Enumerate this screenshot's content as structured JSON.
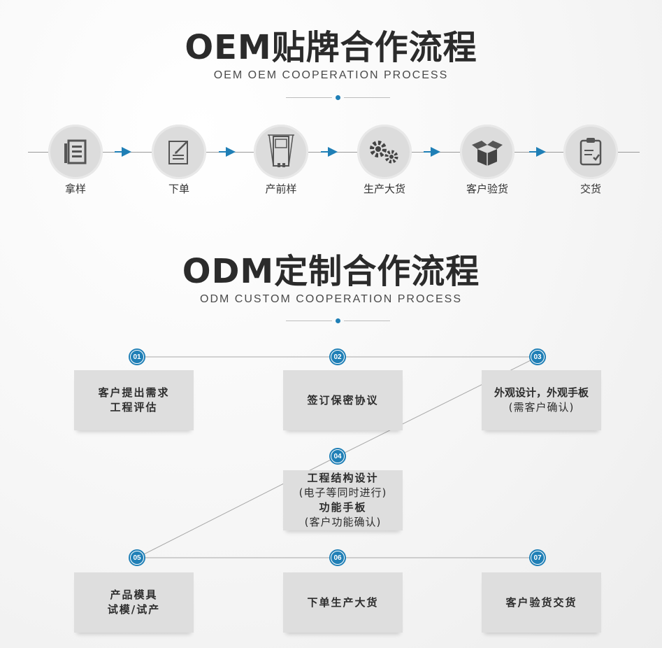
{
  "oem": {
    "title": "OEM贴牌合作流程",
    "subtitle": "OEM OEM COOPERATION PROCESS",
    "steps": [
      {
        "label": "拿样",
        "icon": "document-list-icon"
      },
      {
        "label": "下单",
        "icon": "order-form-icon"
      },
      {
        "label": "产前样",
        "icon": "sample-machine-icon"
      },
      {
        "label": "生产大货",
        "icon": "gears-icon"
      },
      {
        "label": "客户验货",
        "icon": "open-box-icon"
      },
      {
        "label": "交货",
        "icon": "clipboard-check-icon"
      }
    ]
  },
  "odm": {
    "title": "ODM定制合作流程",
    "subtitle": "ODM CUSTOM COOPERATION PROCESS",
    "steps": [
      {
        "num": "01",
        "lines": [
          "客户提出需求",
          "工程评估"
        ]
      },
      {
        "num": "02",
        "lines": [
          "签订保密协议"
        ]
      },
      {
        "num": "03",
        "lines": [
          "外观设计，外观手板",
          "(需客户确认)"
        ]
      },
      {
        "num": "04",
        "lines": [
          "工程结构设计",
          "(电子等同时进行)",
          "功能手板",
          "(客户功能确认)"
        ]
      },
      {
        "num": "05",
        "lines": [
          "产品模具",
          "试模/试产"
        ]
      },
      {
        "num": "06",
        "lines": [
          "下单生产大货"
        ]
      },
      {
        "num": "07",
        "lines": [
          "客户验货交货"
        ]
      }
    ]
  },
  "colors": {
    "accent": "#1f7fb6",
    "box": "#dedede",
    "circle": "#dcdcdc",
    "text": "#2b2b2b"
  }
}
